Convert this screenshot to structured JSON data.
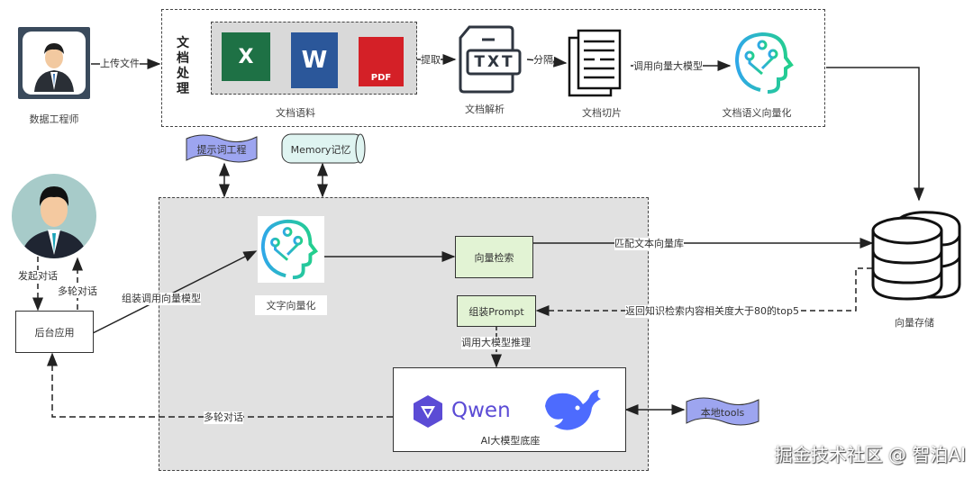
{
  "actors": {
    "engineer": {
      "label": "数据工程师",
      "icon": "person-icon"
    },
    "user": {
      "icon": "user-avatar-icon"
    }
  },
  "doc_processing": {
    "title": "文档处理",
    "corpus_label": "文档语料",
    "file_icons": [
      {
        "name": "excel-icon",
        "text": "X",
        "color": "#1e7145"
      },
      {
        "name": "word-icon",
        "text": "W",
        "color": "#2b579a"
      },
      {
        "name": "pdf-icon",
        "text": "PDF",
        "color": "#d42027"
      }
    ],
    "parse_label": "文档解析",
    "parse_icon_text": "TXT",
    "chunk_label": "文档切片",
    "embed_label": "文档语义向量化"
  },
  "edges": {
    "upload": "上传文件",
    "extract": "提取",
    "split": "分隔",
    "call_embed": "调用向量大模型",
    "start_chat": "发起对话",
    "multi_turn_up": "多轮对话",
    "assemble_embed": "组装调用向量模型",
    "match_store": "匹配文本向量库",
    "return_top": "返回知识检索内容相关度大于80的top5",
    "call_llm": "调用大模型推理",
    "multi_turn_back": "多轮对话"
  },
  "resources": {
    "prompt_eng": "提示词工程",
    "memory": "Memory记忆",
    "local_tools": "本地tools"
  },
  "nodes": {
    "backend": "后台应用",
    "text_embed": "文字向量化",
    "vector_search": "向量检索",
    "assemble_prompt": "组装Prompt",
    "llm_base": "AI大模型底座",
    "qwen_text": "Qwen",
    "vector_store": "向量存储"
  },
  "colors": {
    "green_box": "#e2f3d4",
    "panel_grey": "#e1e1e1",
    "wave_purple": "#9da5f0",
    "memory_teal": "#dff4f1",
    "qwen_purple": "#5b4bd5",
    "deepseek_blue": "#4d6bfe"
  },
  "watermark": "掘金技术社区 @ 智泊AI"
}
